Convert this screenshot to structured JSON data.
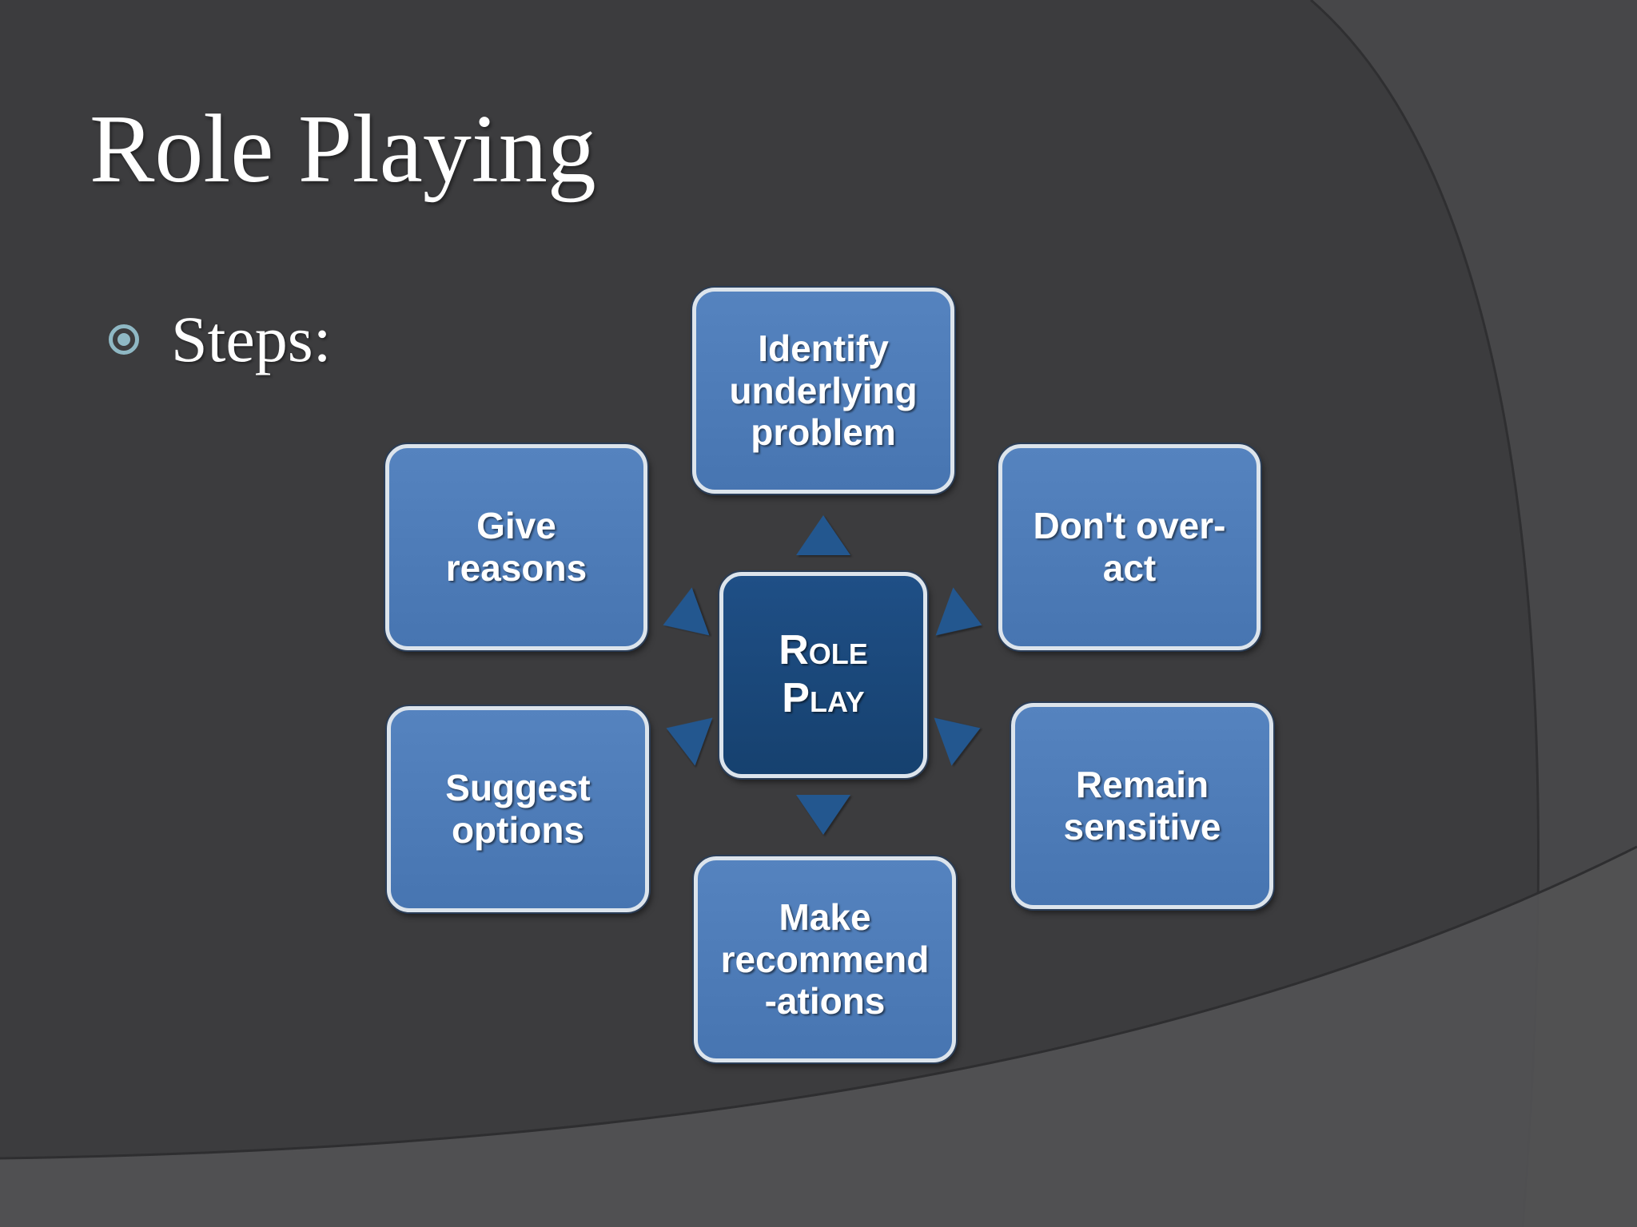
{
  "slide": {
    "title": "Role Playing",
    "bullet": "Steps:"
  },
  "diagram": {
    "center": "Role\nPlay",
    "steps": {
      "top": "Identify\nunderlying\nproblem",
      "upper_left": "Give\nreasons",
      "upper_right": "Don't over-\nact",
      "lower_left": "Suggest\noptions",
      "lower_right": "Remain\nsensitive",
      "bottom": "Make\nrecommend\n-ations"
    }
  },
  "colors": {
    "background": "#3c3c3e",
    "node_fill": "#4f7ebb",
    "center_fill": "#1b4a7e",
    "node_border": "#dce4ec",
    "arrow": "#23578f",
    "bullet_icon": "#8fb8c4"
  }
}
